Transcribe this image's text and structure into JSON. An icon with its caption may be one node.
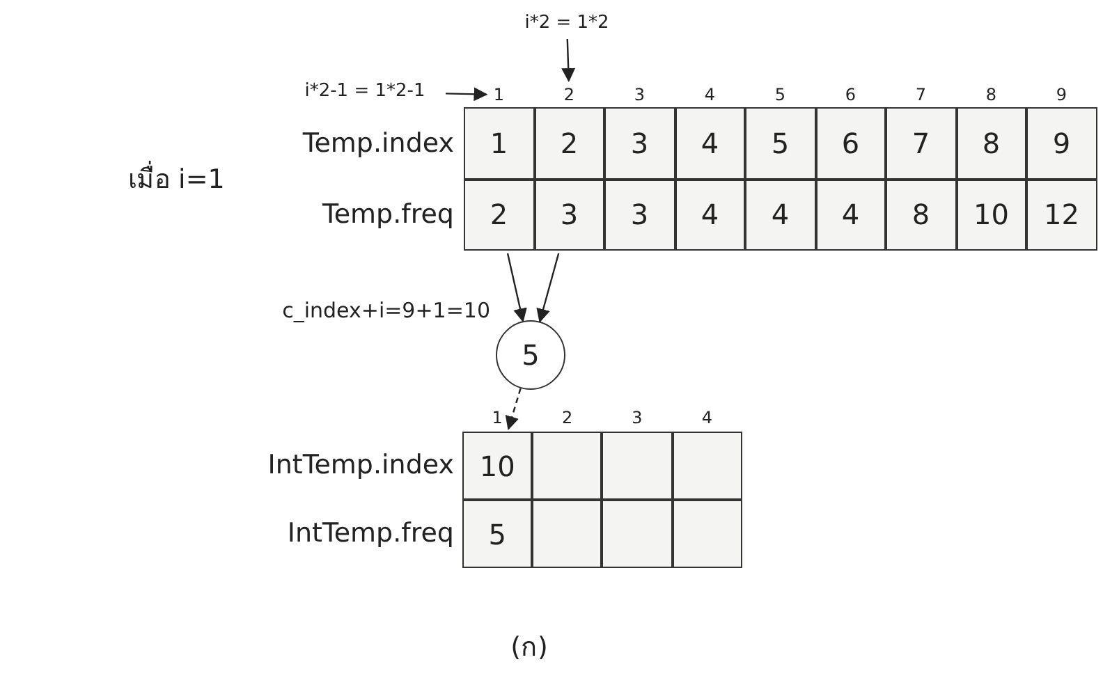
{
  "diagram": {
    "nodes": [
      {
        "text": [
          "i*2 = 1*2"
        ]
      },
      {
        "text": [
          "i*2-1 = 1*2-1"
        ]
      },
      {
        "text": [
          "1"
        ]
      },
      {
        "text": [
          "2"
        ]
      },
      {
        "text": [
          "1"
        ]
      },
      {
        "text": [
          "2"
        ]
      },
      {
        "text": [
          "3"
        ]
      },
      {
        "text": [
          "4"
        ]
      },
      {
        "text": [
          "5"
        ]
      },
      {
        "text": [
          "6"
        ]
      },
      {
        "text": [
          "7"
        ]
      },
      {
        "text": [
          "8"
        ]
      },
      {
        "text": [
          "9"
        ]
      },
      {
        "text": [
          "2"
        ]
      },
      {
        "text": [
          "3"
        ]
      },
      {
        "text": [
          "3"
        ]
      },
      {
        "text": [
          "4"
        ]
      },
      {
        "text": [
          "4"
        ]
      },
      {
        "text": [
          "4"
        ]
      },
      {
        "text": [
          "8"
        ]
      },
      {
        "text": [
          "10"
        ]
      },
      {
        "text": [
          "12"
        ]
      },
      {
        "text": [
          "5"
        ],
        "beside": [
          "c_index+i=9+1=10"
        ]
      },
      {
        "text": [
          "10"
        ]
      },
      {
        "text": [],
        "shape": "box"
      },
      {
        "text": [],
        "shape": "box"
      },
      {
        "text": [],
        "shape": "box"
      },
      {
        "text": [
          "5"
        ]
      },
      {
        "text": [],
        "shape": "box"
      },
      {
        "text": [],
        "shape": "box"
      },
      {
        "text": [],
        "shape": "box"
      }
    ],
    "edges": [
      {
        "from": 1,
        "to": 2,
        "arrow": "to"
      },
      {
        "from": 0,
        "to": 3,
        "arrow": "to"
      },
      {
        "from": 13,
        "to": 22,
        "arrow": "to"
      },
      {
        "from": 14,
        "to": 22,
        "arrow": "to"
      },
      {
        "from": 22,
        "to": 23,
        "arrow": "to",
        "style": "dashed"
      }
    ],
    "labels": [
      "เมื่อ i=1",
      "3",
      "4",
      "5",
      "6",
      "7",
      "8",
      "9",
      "Temp.index",
      "Temp.freq",
      "1",
      "2",
      "3",
      "4",
      "IntTemp.index",
      "IntTemp.freq",
      "(ก)"
    ]
  }
}
